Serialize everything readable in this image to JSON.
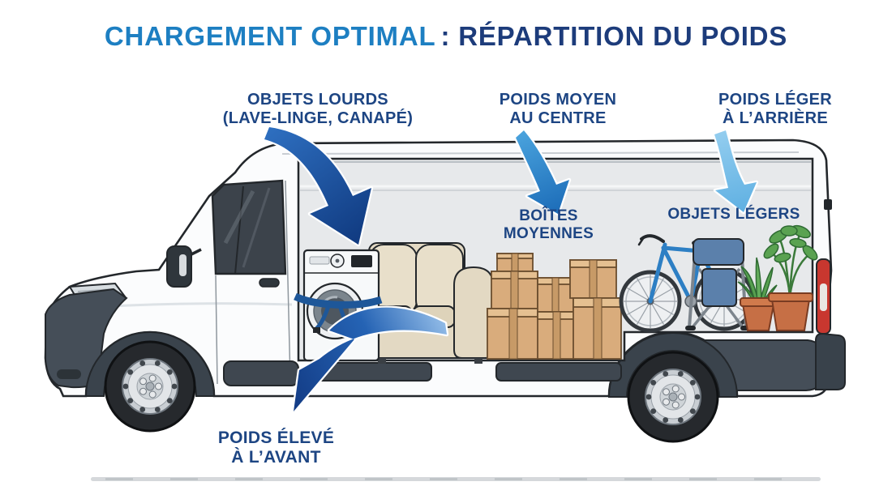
{
  "title": {
    "part1": "CHARGEMENT OPTIMAL",
    "part2": ": RÉPARTITION DU POIDS"
  },
  "labels": {
    "heavy": {
      "line1": "OBJETS LOURDS",
      "line2": "(LAVE-LINGE, CANAPÉ)"
    },
    "medium": {
      "line1": "POIDS MOYEN",
      "line2": "AU CENTRE"
    },
    "light": {
      "line1": "POIDS LÉGER",
      "line2": "À L’ARRIÈRE"
    },
    "boxes": {
      "line1": "BOÎTES",
      "line2": "MOYENNES"
    },
    "light_objects": "OBJETS LÉGERS",
    "front_weight": {
      "line1": "POIDS ÉLEVÉ",
      "line2": "À L’AVANT"
    }
  },
  "illustration": {
    "subject": "cargo van side view cutaway showing optimal load placement",
    "items": [
      "washing-machine with tie strap",
      "sofa",
      "cardboard boxes",
      "bicycle",
      "folding chair",
      "potted plants"
    ],
    "colors": {
      "title_accent": "#1d7fc2",
      "title_dark": "#1d3c7b",
      "label_blue": "#1d4583",
      "arrow_dark_blue": "#123a80",
      "arrow_medium_blue": "#2b8ace",
      "arrow_light_blue": "#7cc0e8",
      "van_white": "#fbfcfd",
      "van_trim_gray": "#454e58",
      "cargo_interior": "#e7e9eb",
      "box_cardboard": "#d9ac7c",
      "sofa_beige": "#e3d9c3",
      "bike_blue": "#2d7fc4",
      "chair_blue": "#5b80ab",
      "plant_green": "#57a050",
      "pot_terracotta": "#c66f45",
      "taillight_red": "#c8372f",
      "strap_blue": "#1e5799"
    }
  }
}
